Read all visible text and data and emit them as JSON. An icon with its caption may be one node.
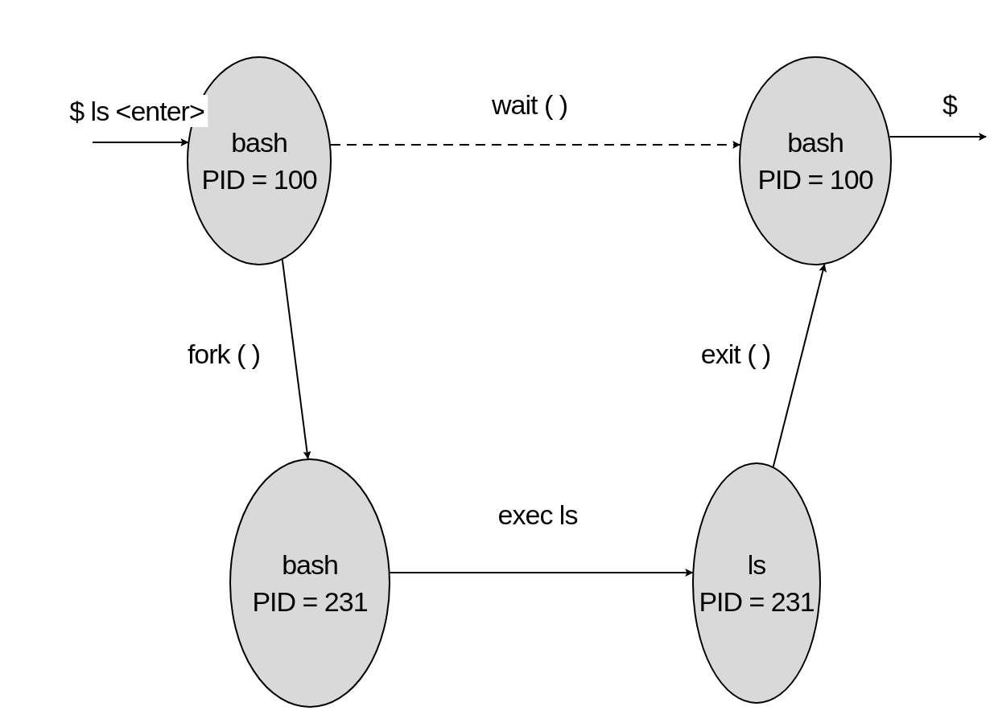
{
  "diagram": {
    "nodes": [
      {
        "text": [
          "bash",
          "PID = 100"
        ]
      },
      {
        "text": [
          "bash",
          "PID = 100"
        ]
      },
      {
        "text": [
          "bash",
          "PID = 231"
        ]
      },
      {
        "text": [
          "ls",
          "PID = 231"
        ]
      }
    ],
    "edges": [
      {
        "from": null,
        "to": 0,
        "arrow": "to",
        "label": "$ ls <enter>"
      },
      {
        "from": 0,
        "to": 1,
        "arrow": "to",
        "label": "wait ( )",
        "style": "dashed"
      },
      {
        "from": 1,
        "to": null,
        "arrow": "to",
        "label": "$"
      },
      {
        "from": 0,
        "to": 2,
        "arrow": "to",
        "label": "fork ( )"
      },
      {
        "from": 2,
        "to": 3,
        "arrow": "to",
        "label": "exec ls"
      },
      {
        "from": 3,
        "to": 1,
        "arrow": "to",
        "label": "exit ( )"
      }
    ]
  }
}
